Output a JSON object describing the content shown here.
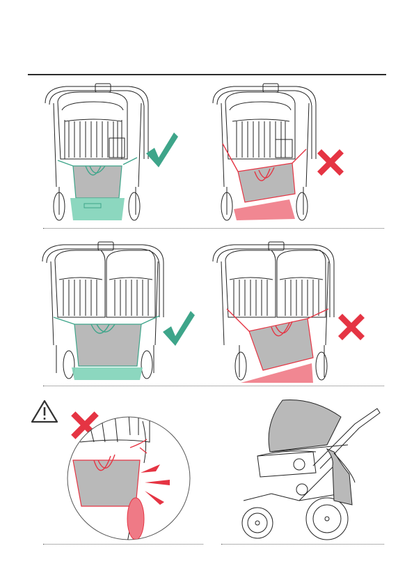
{
  "colors": {
    "ok": "#7fd3b8",
    "ok_mark": "#3ea58a",
    "bad": "#ef7a86",
    "bad_mark": "#e53443",
    "line": "#222222",
    "bag": "#b9b9b9"
  },
  "panels": [
    {
      "id": "single-correct",
      "status": "correct",
      "icon": "check-icon"
    },
    {
      "id": "single-incorrect",
      "status": "incorrect",
      "icon": "cross-icon"
    },
    {
      "id": "double-correct",
      "status": "correct",
      "icon": "check-icon"
    },
    {
      "id": "double-incorrect",
      "status": "incorrect",
      "icon": "cross-icon"
    },
    {
      "id": "warning-detail",
      "status": "incorrect",
      "icon": "warning-triangle-icon"
    },
    {
      "id": "side-view",
      "status": "neutral",
      "icon": "stroller-side-icon"
    }
  ]
}
